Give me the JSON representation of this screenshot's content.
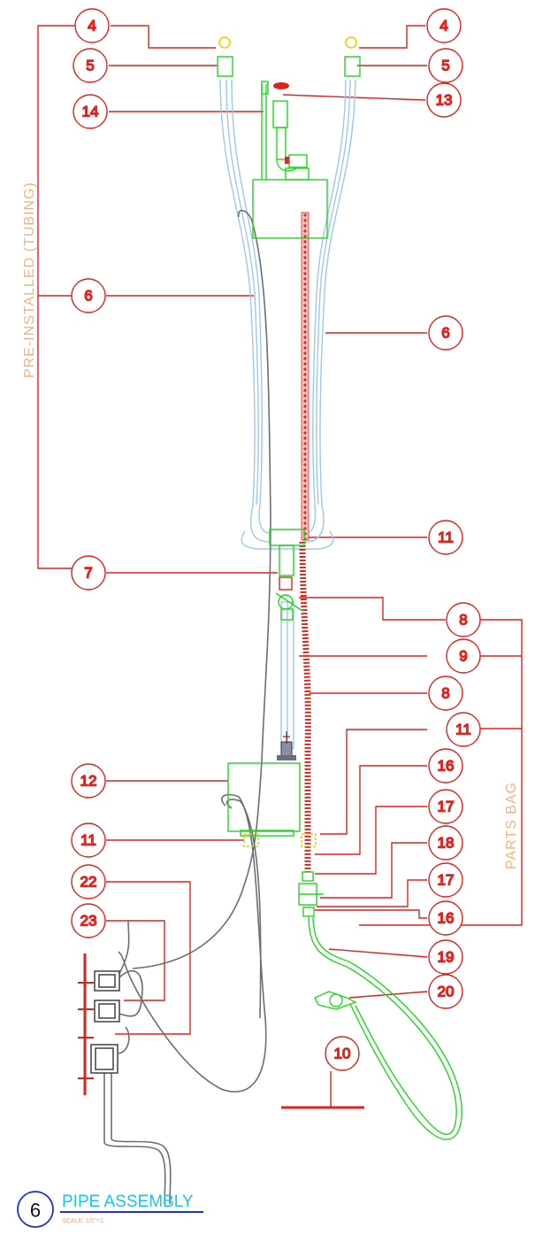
{
  "drawing": {
    "title_number": "6",
    "title": "PIPE ASSEMBLY",
    "scale": "SCALE:  1/2\"=1'",
    "groups": {
      "pre_installed": "PRE-INSTALLED (TUBING)",
      "parts_bag": "PARTS BAG"
    },
    "callouts": [
      {
        "id": "c1",
        "label": "4"
      },
      {
        "id": "c2",
        "label": "4"
      },
      {
        "id": "c3",
        "label": "5"
      },
      {
        "id": "c4",
        "label": "5"
      },
      {
        "id": "c5",
        "label": "14"
      },
      {
        "id": "c6",
        "label": "13"
      },
      {
        "id": "c7",
        "label": "6"
      },
      {
        "id": "c8",
        "label": "6"
      },
      {
        "id": "c9",
        "label": "11"
      },
      {
        "id": "c10",
        "label": "7"
      },
      {
        "id": "c11",
        "label": "8"
      },
      {
        "id": "c12",
        "label": "9"
      },
      {
        "id": "c13",
        "label": "8"
      },
      {
        "id": "c14",
        "label": "11"
      },
      {
        "id": "c15",
        "label": "12"
      },
      {
        "id": "c16",
        "label": "16"
      },
      {
        "id": "c17",
        "label": "17"
      },
      {
        "id": "c18",
        "label": "11"
      },
      {
        "id": "c19",
        "label": "18"
      },
      {
        "id": "c20",
        "label": "22"
      },
      {
        "id": "c21",
        "label": "17"
      },
      {
        "id": "c22",
        "label": "23"
      },
      {
        "id": "c23",
        "label": "16"
      },
      {
        "id": "c24",
        "label": "19"
      },
      {
        "id": "c25",
        "label": "20"
      },
      {
        "id": "c26",
        "label": "10"
      }
    ],
    "colors": {
      "leader": "#e0211c",
      "callout_text": "#f07a2a",
      "tubing": "#9cc8ee",
      "fitting": "#1fd81f",
      "hose": "#d52a24",
      "cable": "#6e6e6e",
      "title": "#16c7e6",
      "ring": "#e3d400"
    }
  }
}
